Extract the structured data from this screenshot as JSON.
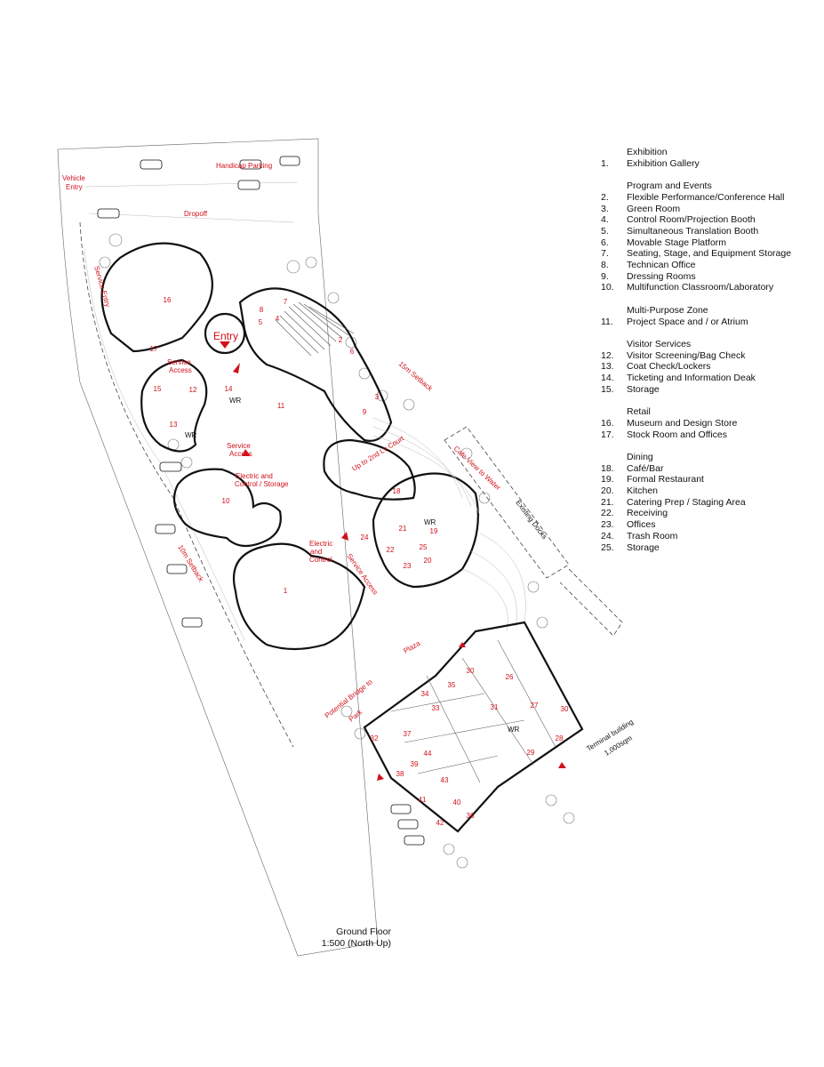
{
  "plan": {
    "labels": {
      "vehicle_entry_1": "Vehicle",
      "vehicle_entry_2": "Entry",
      "handicap_parking": "Handicap Parking",
      "dropoff": "Dropoff",
      "service_entry": "Service Entry",
      "entry": "Entry",
      "service_access_1_a": "Service",
      "service_access_1_b": "Access",
      "wr": "WR",
      "service_access_2_a": "Service",
      "service_access_2_b": "Access",
      "electric_storage_a": "Electric and",
      "electric_storage_b": "Control / Storage",
      "setback_15": "15m Setback",
      "setback_10": "10m Setback",
      "up_to_court": "Up to 2nd Lv Court",
      "cafe_view": "Cafe View to Water",
      "existing_docks": "Existing Docks",
      "electric_control_a": "Electric",
      "electric_control_b": "and",
      "electric_control_c": "Control",
      "service_access_3": "Service Access",
      "plaza": "Plaza",
      "bridge_a": "Potential Bridge to",
      "bridge_b": "Park",
      "terminal_a": "Terminal building",
      "terminal_b": "1,000sqm"
    },
    "room_numbers": {
      "r1": "1",
      "r2": "2",
      "r3": "3",
      "r4": "4",
      "r5": "5",
      "r6": "6",
      "r7": "7",
      "r8": "8",
      "r9": "9",
      "r10": "10",
      "r11": "11",
      "r12": "12",
      "r13": "13",
      "r14": "14",
      "r15": "15",
      "r16": "16",
      "r17": "17",
      "r18": "18",
      "r19": "19",
      "r20": "20",
      "r21": "21",
      "r22": "22",
      "r23": "23",
      "r24": "24",
      "r25": "25",
      "r26": "26",
      "r27": "27",
      "r28": "28",
      "r29": "29",
      "r30a": "30",
      "r30b": "30",
      "r31": "31",
      "r32": "32",
      "r33": "33",
      "r34": "34",
      "r35": "35",
      "r36": "36",
      "r37": "37",
      "r38": "38",
      "r39": "39",
      "r40": "40",
      "r41": "41",
      "r42": "42",
      "r43": "43",
      "r44": "44"
    }
  },
  "legend": {
    "groups": [
      {
        "heading": "Exhibition",
        "items": [
          {
            "num": "1.",
            "text": "Exhibition Gallery"
          }
        ]
      },
      {
        "heading": "Program and Events",
        "items": [
          {
            "num": "2.",
            "text": "Flexible Performance/Conference Hall"
          },
          {
            "num": "3.",
            "text": "Green Room"
          },
          {
            "num": "4.",
            "text": "Control Room/Projection Booth"
          },
          {
            "num": "5.",
            "text": "Simultaneous Translation Booth"
          },
          {
            "num": "6.",
            "text": "Movable Stage Platform"
          },
          {
            "num": "7.",
            "text": "Seating, Stage, and Equipment Storage"
          },
          {
            "num": "8.",
            "text": "Technican Office"
          },
          {
            "num": "9.",
            "text": "Dressing Rooms"
          },
          {
            "num": "10.",
            "text": "Multifunction Classroom/Laboratory"
          }
        ]
      },
      {
        "heading": "Multi-Purpose Zone",
        "items": [
          {
            "num": "11.",
            "text": "Project Space and / or Atrium"
          }
        ]
      },
      {
        "heading": "Visitor Services",
        "items": [
          {
            "num": "12.",
            "text": "Visitor Screening/Bag Check"
          },
          {
            "num": "13.",
            "text": "Coat Check/Lockers"
          },
          {
            "num": "14.",
            "text": "Ticketing and Information Deak"
          },
          {
            "num": "15.",
            "text": "Storage"
          }
        ]
      },
      {
        "heading": "Retail",
        "items": [
          {
            "num": "16.",
            "text": "Museum and Design Store"
          },
          {
            "num": "17.",
            "text": "Stock Room and Offices"
          }
        ]
      },
      {
        "heading": "Dining",
        "items": [
          {
            "num": "18.",
            "text": "Café/Bar"
          },
          {
            "num": "19.",
            "text": "Formal Restaurant"
          },
          {
            "num": "20.",
            "text": "Kitchen"
          },
          {
            "num": "21.",
            "text": "Catering Prep / Staging Area"
          },
          {
            "num": "22.",
            "text": "Receiving"
          },
          {
            "num": "23.",
            "text": "Offices"
          },
          {
            "num": "24.",
            "text": "Trash Room"
          },
          {
            "num": "25.",
            "text": "Storage"
          }
        ]
      }
    ]
  },
  "caption": {
    "line1": "Ground Floor",
    "line2": "1:500 (North Up)"
  },
  "colors": {
    "accent_red": "#d0101a",
    "wall_black": "#111111"
  }
}
